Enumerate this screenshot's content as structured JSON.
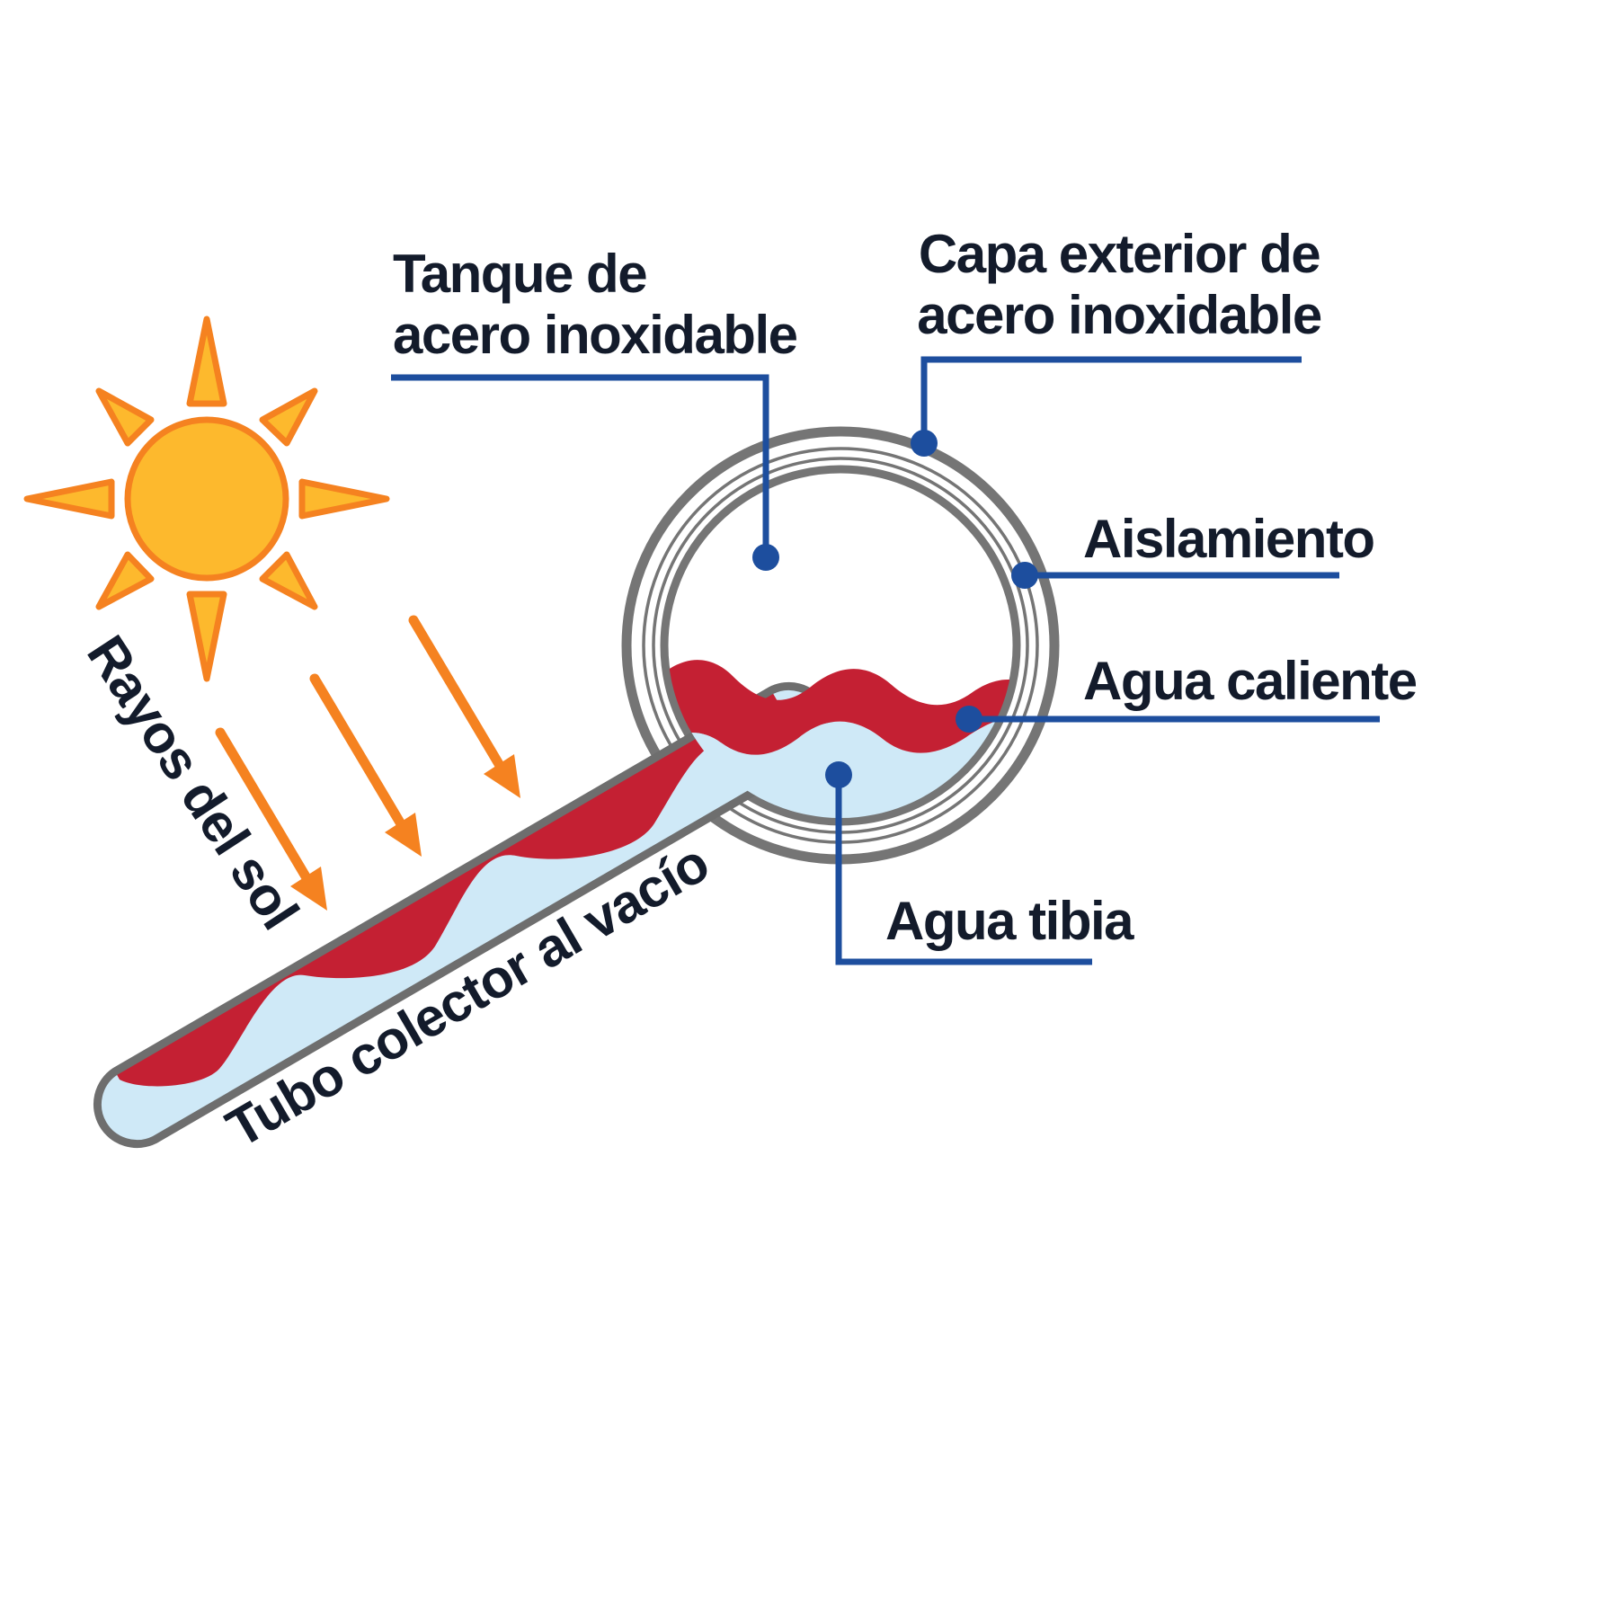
{
  "diagram": {
    "labels": {
      "sun_rays": "Rayos del sol",
      "collector_tube": "Tubo colector al vacío",
      "tank_line1": "Tanque de",
      "tank_line2": "acero inoxidable",
      "outer_layer_line1": "Capa exterior de",
      "outer_layer_line2": "acero inoxidable",
      "insulation": "Aislamiento",
      "hot_water": "Agua caliente",
      "warm_water": "Agua tibia"
    },
    "colors": {
      "leader_blue": "#1D4E9E",
      "text_dark": "#131B2B",
      "sun_fill": "#FDB92D",
      "sun_stroke": "#F58220",
      "arrow_orange": "#F58220",
      "hot_water_red": "#C42033",
      "warm_water_blue": "#CFE9F7",
      "metal_gray": "#757575"
    }
  }
}
